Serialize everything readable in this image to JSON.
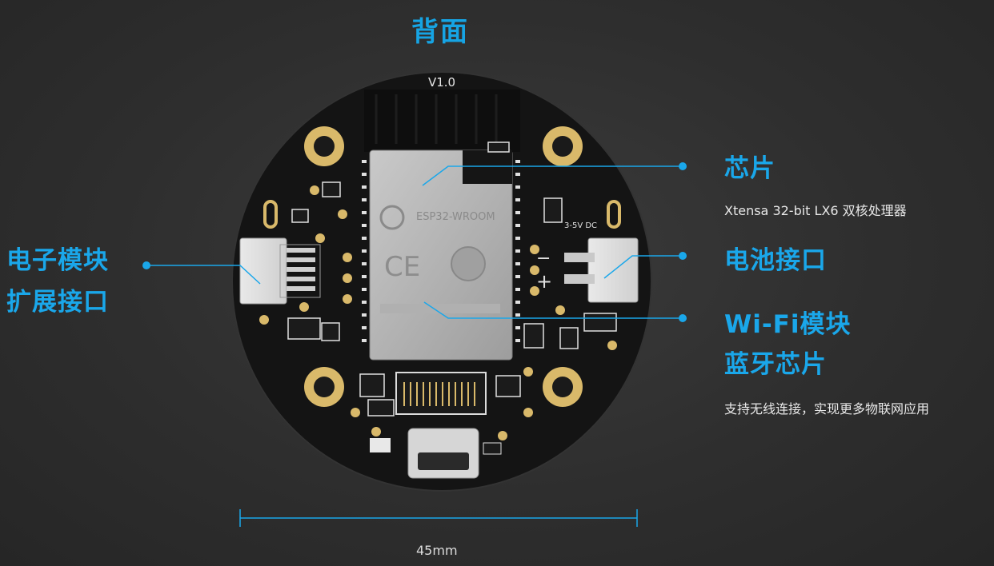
{
  "title": "背面",
  "board": {
    "version": "V1.0",
    "module_label": "ESP32-WROOM",
    "ce_mark": "CE",
    "voltage_label": "3-5V DC",
    "minus": "−",
    "plus": "+"
  },
  "callouts": {
    "chip": {
      "label": "芯片",
      "desc": "Xtensa 32-bit LX6 双核处理器"
    },
    "battery": {
      "label": "电池接口"
    },
    "wifi": {
      "label_line1": "Wi-Fi模块",
      "label_line2": "蓝牙芯片",
      "desc": "支持无线连接，实现更多物联网应用"
    },
    "expansion": {
      "label_line1": "电子模块",
      "label_line2": "扩展接口"
    }
  },
  "dimension": {
    "label": "45mm"
  },
  "colors": {
    "accent": "#1aa7ea",
    "pcb": "#151515",
    "gold": "#d9b96a"
  }
}
